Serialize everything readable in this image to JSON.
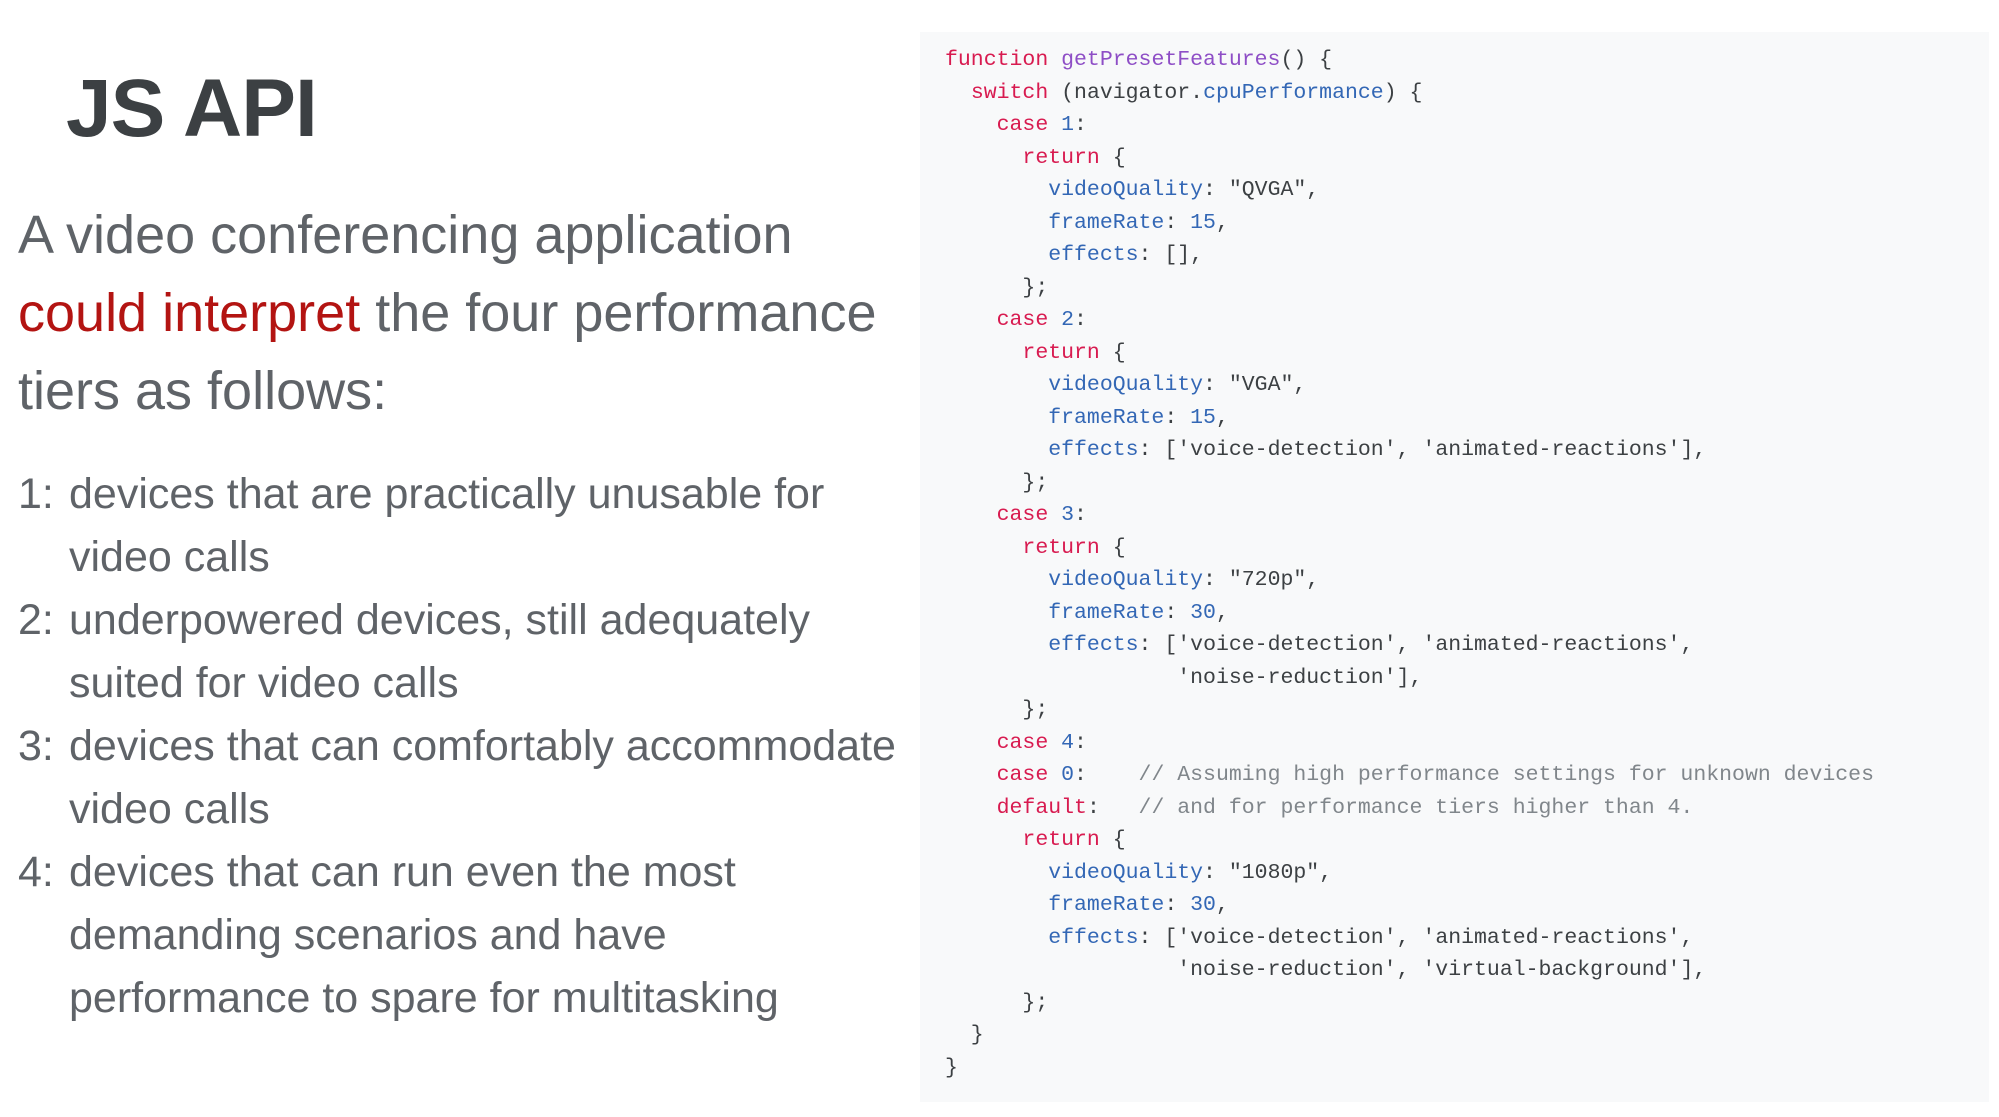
{
  "title": "JS API",
  "intro": {
    "before": "A video conferencing application ",
    "highlight": "could interpret",
    "after": " the four performance tiers as follows:"
  },
  "colors": {
    "highlight": "#b31412",
    "keyword": "#d81b50",
    "function": "#8e4ec6",
    "property": "#3367b5",
    "code_bg": "#f8f9fa"
  },
  "tiers": [
    {
      "num": "1:",
      "text": "devices that are practically unusable for video calls"
    },
    {
      "num": "2:",
      "text": "underpowered devices, still adequately suited for video calls"
    },
    {
      "num": "3:",
      "text": "devices that can comfortably accommodate video calls"
    },
    {
      "num": "4:",
      "text": "devices that can run even the most demanding scenarios and have performance to spare for multitasking"
    }
  ],
  "code": [
    [
      [
        "k",
        "function"
      ],
      [
        "t",
        " "
      ],
      [
        "f",
        "getPresetFeatures"
      ],
      [
        "t",
        "() {"
      ]
    ],
    [
      [
        "t",
        "  "
      ],
      [
        "k",
        "switch"
      ],
      [
        "t",
        " (navigator."
      ],
      [
        "p",
        "cpuPerformance"
      ],
      [
        "t",
        ") {"
      ]
    ],
    [
      [
        "t",
        "    "
      ],
      [
        "k",
        "case"
      ],
      [
        "t",
        " "
      ],
      [
        "n",
        "1"
      ],
      [
        "t",
        ":"
      ]
    ],
    [
      [
        "t",
        "      "
      ],
      [
        "k",
        "return"
      ],
      [
        "t",
        " {"
      ]
    ],
    [
      [
        "t",
        "        "
      ],
      [
        "p",
        "videoQuality"
      ],
      [
        "t",
        ": "
      ],
      [
        "s",
        "\"QVGA\""
      ],
      [
        "t",
        ","
      ]
    ],
    [
      [
        "t",
        "        "
      ],
      [
        "p",
        "frameRate"
      ],
      [
        "t",
        ": "
      ],
      [
        "n",
        "15"
      ],
      [
        "t",
        ","
      ]
    ],
    [
      [
        "t",
        "        "
      ],
      [
        "p",
        "effects"
      ],
      [
        "t",
        ": [],"
      ]
    ],
    [
      [
        "t",
        "      };"
      ]
    ],
    [
      [
        "t",
        "    "
      ],
      [
        "k",
        "case"
      ],
      [
        "t",
        " "
      ],
      [
        "n",
        "2"
      ],
      [
        "t",
        ":"
      ]
    ],
    [
      [
        "t",
        "      "
      ],
      [
        "k",
        "return"
      ],
      [
        "t",
        " {"
      ]
    ],
    [
      [
        "t",
        "        "
      ],
      [
        "p",
        "videoQuality"
      ],
      [
        "t",
        ": "
      ],
      [
        "s",
        "\"VGA\""
      ],
      [
        "t",
        ","
      ]
    ],
    [
      [
        "t",
        "        "
      ],
      [
        "p",
        "frameRate"
      ],
      [
        "t",
        ": "
      ],
      [
        "n",
        "15"
      ],
      [
        "t",
        ","
      ]
    ],
    [
      [
        "t",
        "        "
      ],
      [
        "p",
        "effects"
      ],
      [
        "t",
        ": ["
      ],
      [
        "s",
        "'voice-detection'"
      ],
      [
        "t",
        ", "
      ],
      [
        "s",
        "'animated-reactions'"
      ],
      [
        "t",
        "],"
      ]
    ],
    [
      [
        "t",
        "      };"
      ]
    ],
    [
      [
        "t",
        "    "
      ],
      [
        "k",
        "case"
      ],
      [
        "t",
        " "
      ],
      [
        "n",
        "3"
      ],
      [
        "t",
        ":"
      ]
    ],
    [
      [
        "t",
        "      "
      ],
      [
        "k",
        "return"
      ],
      [
        "t",
        " {"
      ]
    ],
    [
      [
        "t",
        "        "
      ],
      [
        "p",
        "videoQuality"
      ],
      [
        "t",
        ": "
      ],
      [
        "s",
        "\"720p\""
      ],
      [
        "t",
        ","
      ]
    ],
    [
      [
        "t",
        "        "
      ],
      [
        "p",
        "frameRate"
      ],
      [
        "t",
        ": "
      ],
      [
        "n",
        "30"
      ],
      [
        "t",
        ","
      ]
    ],
    [
      [
        "t",
        "        "
      ],
      [
        "p",
        "effects"
      ],
      [
        "t",
        ": ["
      ],
      [
        "s",
        "'voice-detection'"
      ],
      [
        "t",
        ", "
      ],
      [
        "s",
        "'animated-reactions'"
      ],
      [
        "t",
        ","
      ]
    ],
    [
      [
        "t",
        "                  "
      ],
      [
        "s",
        "'noise-reduction'"
      ],
      [
        "t",
        "],"
      ]
    ],
    [
      [
        "t",
        "      };"
      ]
    ],
    [
      [
        "t",
        "    "
      ],
      [
        "k",
        "case"
      ],
      [
        "t",
        " "
      ],
      [
        "n",
        "4"
      ],
      [
        "t",
        ":"
      ]
    ],
    [
      [
        "t",
        "    "
      ],
      [
        "k",
        "case"
      ],
      [
        "t",
        " "
      ],
      [
        "n",
        "0"
      ],
      [
        "t",
        ":    "
      ],
      [
        "c",
        "// Assuming high performance settings for unknown devices"
      ]
    ],
    [
      [
        "t",
        "    "
      ],
      [
        "k",
        "default"
      ],
      [
        "t",
        ":   "
      ],
      [
        "c",
        "// and for performance tiers higher than 4."
      ]
    ],
    [
      [
        "t",
        "      "
      ],
      [
        "k",
        "return"
      ],
      [
        "t",
        " {"
      ]
    ],
    [
      [
        "t",
        "        "
      ],
      [
        "p",
        "videoQuality"
      ],
      [
        "t",
        ": "
      ],
      [
        "s",
        "\"1080p\""
      ],
      [
        "t",
        ","
      ]
    ],
    [
      [
        "t",
        "        "
      ],
      [
        "p",
        "frameRate"
      ],
      [
        "t",
        ": "
      ],
      [
        "n",
        "30"
      ],
      [
        "t",
        ","
      ]
    ],
    [
      [
        "t",
        "        "
      ],
      [
        "p",
        "effects"
      ],
      [
        "t",
        ": ["
      ],
      [
        "s",
        "'voice-detection'"
      ],
      [
        "t",
        ", "
      ],
      [
        "s",
        "'animated-reactions'"
      ],
      [
        "t",
        ","
      ]
    ],
    [
      [
        "t",
        "                  "
      ],
      [
        "s",
        "'noise-reduction'"
      ],
      [
        "t",
        ", "
      ],
      [
        "s",
        "'virtual-background'"
      ],
      [
        "t",
        "],"
      ]
    ],
    [
      [
        "t",
        "      };"
      ]
    ],
    [
      [
        "t",
        "  }"
      ]
    ],
    [
      [
        "t",
        "}"
      ]
    ]
  ]
}
